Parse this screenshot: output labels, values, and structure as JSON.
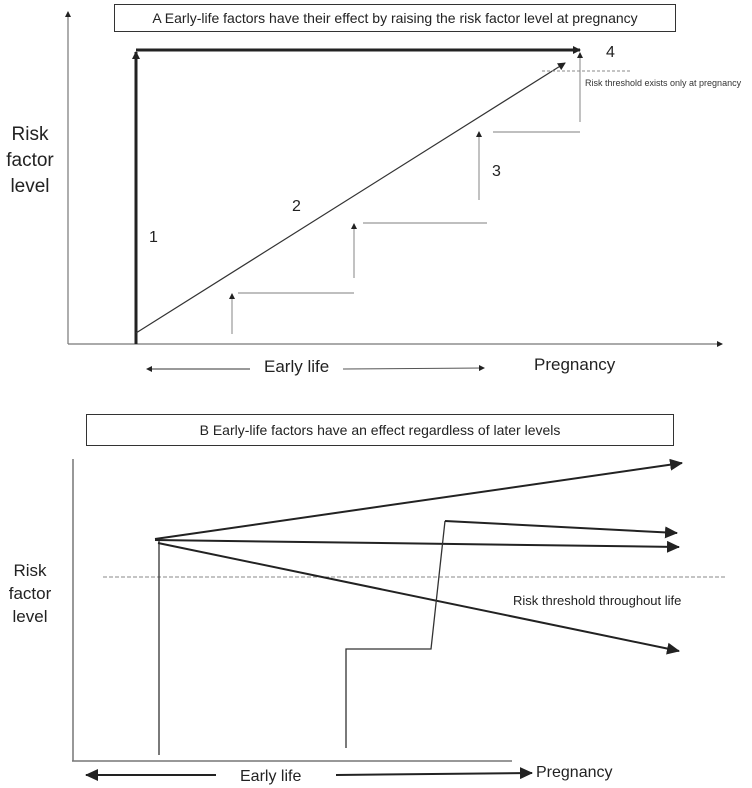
{
  "panel_a": {
    "title": "A  Early-life factors have their effect by raising the risk factor level at pregnancy",
    "ylabel_lines": [
      "Risk",
      "factor",
      "level"
    ],
    "labels": {
      "l1": "1",
      "l2": "2",
      "l3": "3",
      "l4": "4"
    },
    "threshold_label": "Risk threshold exists only at pregnancy",
    "x_early": "Early life",
    "x_pregnancy": "Pregnancy"
  },
  "panel_b": {
    "title": "B  Early-life factors have an effect regardless of later levels",
    "ylabel_lines": [
      "Risk",
      "factor",
      "level"
    ],
    "threshold_label": "Risk threshold throughout life",
    "x_early": "Early life",
    "x_pregnancy": "Pregnancy"
  },
  "colors": {
    "line": "#222222",
    "axis": "#777777",
    "step": "#999999",
    "threshold": "#888888"
  }
}
